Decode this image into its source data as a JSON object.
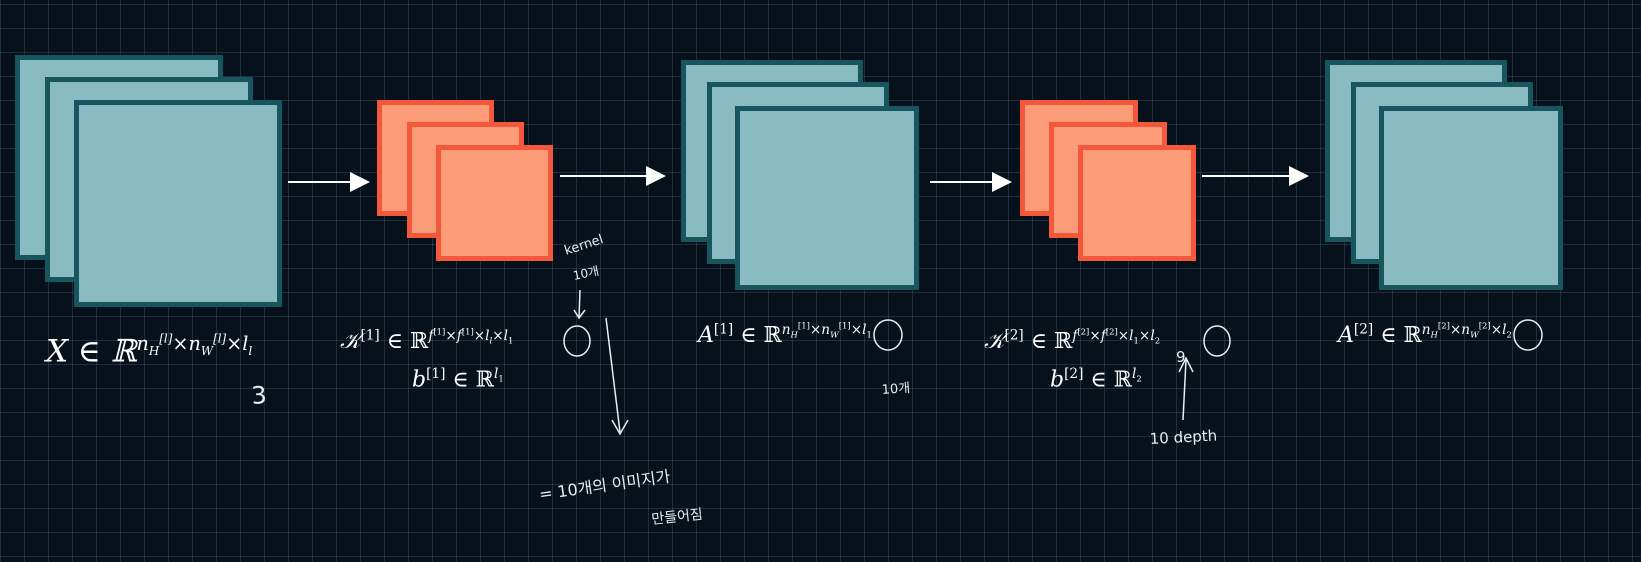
{
  "layers": [
    {
      "type": "input",
      "label": {
        "main": "X ∈ ℝ",
        "sup": "n_H^[l]×n_W^[l]×l_l"
      }
    },
    {
      "type": "kernel",
      "label": {
        "line1": "𝒦^[1] ∈ ℝ^{f^[1]×f^[1]×l_l×l_1}",
        "line2": "b^[1] ∈ ℝ^{l_1}"
      }
    },
    {
      "type": "activation",
      "label": {
        "main": "A^[1] ∈ ℝ^{n_H^[1]×n_W^[1]×l_1}"
      }
    },
    {
      "type": "kernel",
      "label": {
        "line1": "𝒦^[2] ∈ ℝ^{f^[2]×f^[2]×l_1×l_2}",
        "line2": "b^[2] ∈ ℝ^{l_2}"
      }
    },
    {
      "type": "activation",
      "label": {
        "main": "A^[2] ∈ ℝ^{n_H^[2]×n_W^[2]×l_2}"
      }
    }
  ],
  "annotations": {
    "input_depth": "3",
    "kernel_note_1": "kernel",
    "kernel_note_2": "10개",
    "a1_note": "10개",
    "depth_note": "10 depth",
    "depth_digit": "9",
    "bottom_note_1": "= 10개의 이미지가",
    "bottom_note_2": "만들어짐"
  },
  "colors": {
    "background": "#06111b",
    "grid": "#5a7080",
    "activation_fill": "#8bbbc2",
    "activation_border": "#17555f",
    "kernel_fill": "#fb9b78",
    "kernel_border": "#f4583a",
    "arrow": "#ffffff"
  }
}
